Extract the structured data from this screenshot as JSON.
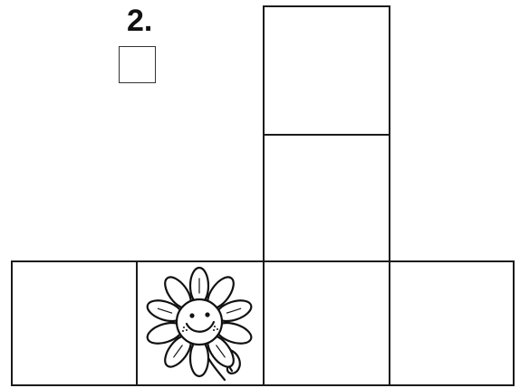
{
  "problem": {
    "number_label": "2."
  },
  "figure": {
    "kind": "cube-net",
    "faces": [
      {
        "id": "top-1",
        "content": ""
      },
      {
        "id": "top-2",
        "content": ""
      },
      {
        "id": "bottom-1",
        "content": ""
      },
      {
        "id": "bottom-2",
        "content": "flower"
      },
      {
        "id": "bottom-3",
        "content": ""
      },
      {
        "id": "bottom-4",
        "content": ""
      }
    ]
  },
  "colors": {
    "line": "#1a1a1a",
    "background": "#ffffff"
  }
}
